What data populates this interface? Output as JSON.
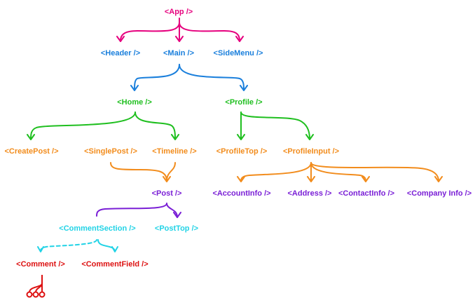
{
  "colors": {
    "magenta": "#e6007e",
    "blue": "#1a7fdc",
    "green": "#1fbf1f",
    "orange": "#f28c1c",
    "purple": "#7a1fd6",
    "cyan": "#22d3e6",
    "red": "#dd1111"
  },
  "nodes": [
    {
      "id": "app",
      "label": "<App />",
      "color": "magenta"
    },
    {
      "id": "header",
      "label": "<Header />",
      "color": "blue"
    },
    {
      "id": "main",
      "label": "<Main />",
      "color": "blue"
    },
    {
      "id": "sidemenu",
      "label": "<SideMenu />",
      "color": "blue"
    },
    {
      "id": "home",
      "label": "<Home />",
      "color": "green"
    },
    {
      "id": "profile",
      "label": "<Profile />",
      "color": "green"
    },
    {
      "id": "createpost",
      "label": "<CreatePost />",
      "color": "orange"
    },
    {
      "id": "singlepost",
      "label": "<SinglePost />",
      "color": "orange"
    },
    {
      "id": "timeline",
      "label": "<Timeline />",
      "color": "orange"
    },
    {
      "id": "profiletop",
      "label": "<ProfileTop />",
      "color": "orange"
    },
    {
      "id": "profileinput",
      "label": "<ProfileInput />",
      "color": "orange"
    },
    {
      "id": "post",
      "label": "<Post />",
      "color": "purple"
    },
    {
      "id": "accountinfo",
      "label": "<AccountInfo />",
      "color": "purple"
    },
    {
      "id": "address",
      "label": "<Address />",
      "color": "purple"
    },
    {
      "id": "contactinfo",
      "label": "<ContactInfo />",
      "color": "purple"
    },
    {
      "id": "companyinfo",
      "label": "<Company Info />",
      "color": "purple"
    },
    {
      "id": "commentsection",
      "label": "<CommentSection />",
      "color": "cyan"
    },
    {
      "id": "posttop",
      "label": "<PostTop />",
      "color": "cyan"
    },
    {
      "id": "comment",
      "label": "<Comment />",
      "color": "red"
    },
    {
      "id": "commentfield",
      "label": "<CommentField />",
      "color": "red"
    }
  ],
  "edges": [
    {
      "from": "app",
      "to": [
        "header",
        "main",
        "sidemenu"
      ],
      "color": "magenta"
    },
    {
      "from": "main",
      "to": [
        "home",
        "profile"
      ],
      "color": "blue"
    },
    {
      "from": "home",
      "to": [
        "createpost",
        "timeline"
      ],
      "color": "green"
    },
    {
      "from": "profile",
      "to": [
        "profiletop",
        "profileinput"
      ],
      "color": "green"
    },
    {
      "from": "singlepost",
      "to": [
        "post"
      ],
      "color": "orange",
      "merge": true
    },
    {
      "from": "timeline",
      "to": [
        "post"
      ],
      "color": "orange",
      "merge": true
    },
    {
      "from": "profileinput",
      "to": [
        "accountinfo",
        "address",
        "contactinfo",
        "companyinfo"
      ],
      "color": "orange"
    },
    {
      "from": "post",
      "to": [
        "commentsection",
        "posttop"
      ],
      "color": "purple"
    },
    {
      "from": "commentsection",
      "to": [
        "comment",
        "commentfield"
      ],
      "color": "cyan",
      "dashed_to": [
        "comment"
      ]
    },
    {
      "from": "comment",
      "to": [
        "comment-icon"
      ],
      "color": "red"
    }
  ],
  "icons": {
    "recursion": "recursive-comment-icon"
  }
}
